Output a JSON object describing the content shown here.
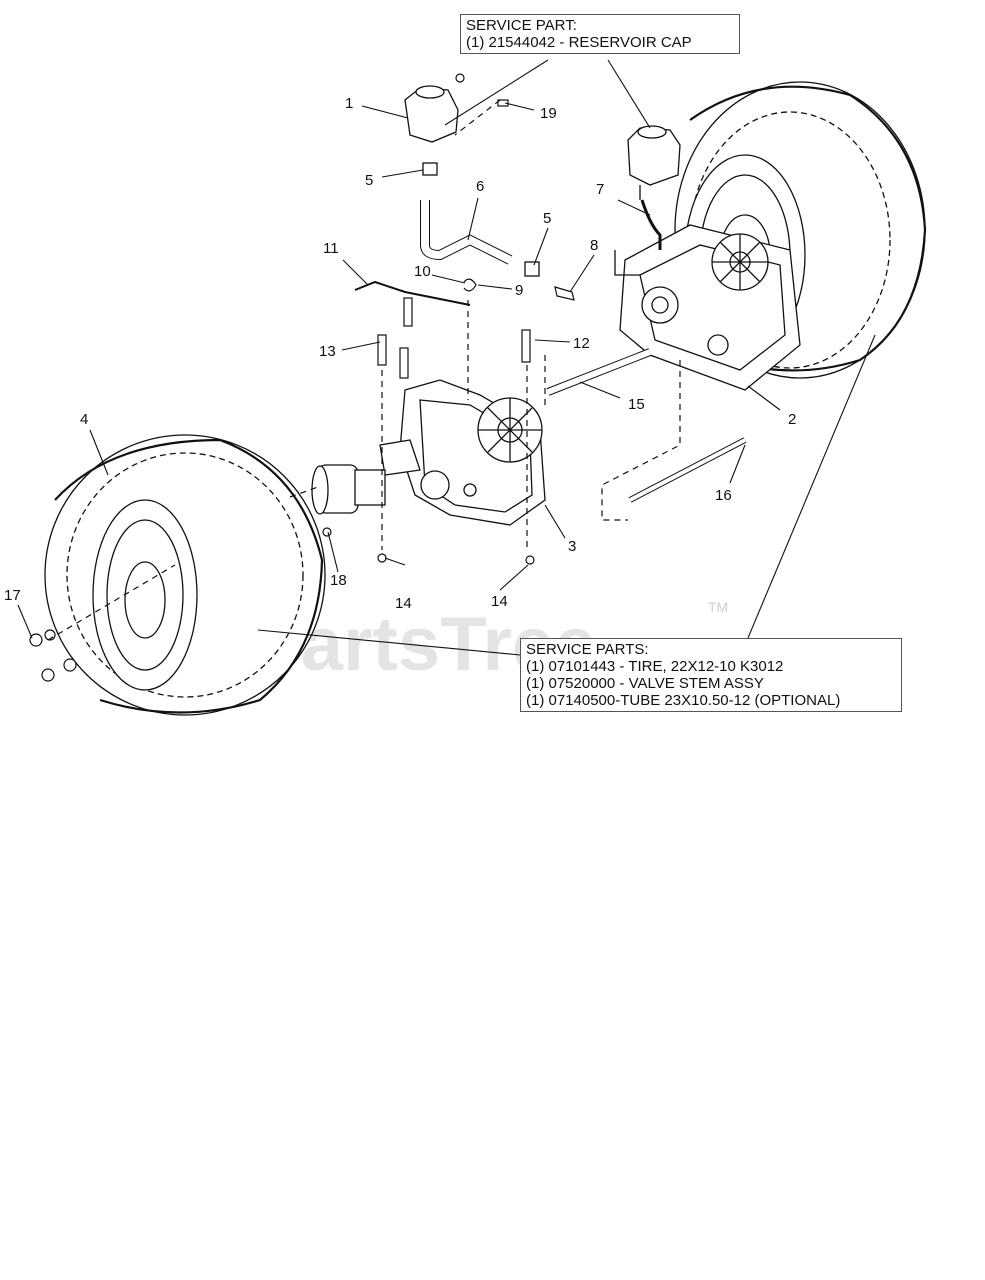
{
  "service_part_box": {
    "line1": "SERVICE PART:",
    "line2": "(1) 21544042 - RESERVOIR CAP"
  },
  "service_parts_box": {
    "line1": "SERVICE PARTS:",
    "line2": "(1) 07101443 - TIRE, 22X12-10 K3012",
    "line3": "(1) 07520000 - VALVE STEM ASSY",
    "line4": "(1) 07140500-TUBE 23X10.50-12 (OPTIONAL)"
  },
  "watermark": {
    "text": "PartsTree",
    "tm": "TM"
  },
  "callouts": {
    "c1": "1",
    "c2": "2",
    "c3": "3",
    "c4": "4",
    "c5a": "5",
    "c5b": "5",
    "c6": "6",
    "c7": "7",
    "c8": "8",
    "c9": "9",
    "c10": "10",
    "c11": "11",
    "c12": "12",
    "c13": "13",
    "c14a": "14",
    "c14b": "14",
    "c15": "15",
    "c16": "16",
    "c17": "17",
    "c18": "18",
    "c19": "19"
  },
  "colors": {
    "line": "#111111",
    "tire_fill": "#ffffff",
    "part_fill": "#ffffff",
    "accent_blue": "#1f3a6e"
  }
}
